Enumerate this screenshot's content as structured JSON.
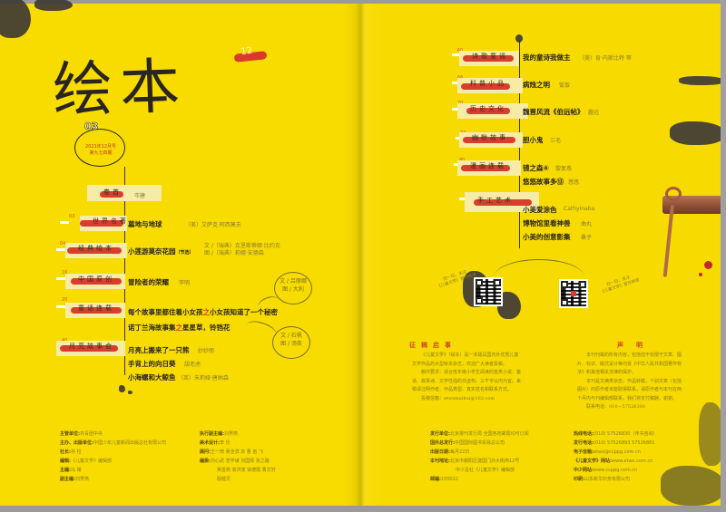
{
  "left_page": {
    "title": "绘本",
    "issue_badge": "12",
    "issue_label": "03",
    "issue_date_line1": "2021年12月号",
    "issue_date_line2": "第九七四期",
    "sections": [
      {
        "page": "",
        "label": "卷首",
        "items": [
          {
            "title": "",
            "author": "岑建"
          }
        ]
      },
      {
        "page": "03",
        "label": "世界名著",
        "items": [
          {
            "title": "墓地与地球",
            "author": "（美）艾萨克·阿西莫夫"
          }
        ]
      },
      {
        "page": "04",
        "label": "经典绘本",
        "items": [
          {
            "title": "小莲游莫奈花园",
            "note": "（节选）",
            "author_line1": "文 /（瑞典）克里斯蒂娜·比约克",
            "author_line2": "图 /（瑞典）莉娜·安德森"
          }
        ]
      },
      {
        "page": "16",
        "label": "中国原创",
        "items": [
          {
            "title": "冒险者的荣耀",
            "author": "李明"
          }
        ]
      },
      {
        "page": "20",
        "label": "童话连载",
        "items": [
          {
            "title_a": "每个故事里都住着小女孩",
            "dot": "之",
            "title_b": "小女孩知道了一个秘密"
          },
          {
            "title_a": "诺丁兰海故事集",
            "dot": "之",
            "title_b": "星星草，铃铛花"
          }
        ]
      },
      {
        "page": "40",
        "label": "月亮故事会",
        "items": [
          {
            "title": "月亮上搬来了一只熊",
            "author": "妙妙丽"
          },
          {
            "title": "手背上的向日葵",
            "author": "甜老虎"
          },
          {
            "title": "小海螺和大鲸鱼",
            "author": "（英）朱莉娅·唐纳森"
          }
        ]
      }
    ],
    "bubbles": [
      {
        "line1": "文 / 吕丽娜",
        "line2": "图 / 大利"
      },
      {
        "line1": "文 / 石帆",
        "line2": "图 / 汤奕"
      }
    ],
    "credits_col1": [
      {
        "label": "主管单位:",
        "value": "共青团中央"
      },
      {
        "label": "主办、出版单位:",
        "value": "中国少年儿童新闻出版总社有限公司"
      },
      {
        "label": "社长:",
        "value": "孙 柱"
      },
      {
        "label": "编辑:",
        "value": "《儿童文学》编辑部"
      },
      {
        "label": "主编:",
        "value": "冯 臻"
      },
      {
        "label": "副主编:",
        "value": "刘霁燕"
      }
    ],
    "credits_col2": [
      {
        "label": "执行副主编:",
        "value": "刘霁燕"
      },
      {
        "label": "美术设计:",
        "value": "李 乐"
      },
      {
        "label": "顾问:",
        "value": "王一琦 吴洼滨 袁 曹 宙 飞"
      },
      {
        "label": "编委:",
        "value": "刘心武 李学谦 刘国辉 张之路"
      },
      {
        "label": "",
        "value": "吴善燕 高洪波 徐德霞 曹文轩"
      },
      {
        "label": "",
        "value": "殷健灵"
      }
    ]
  },
  "right_page": {
    "sections": [
      {
        "page": "60",
        "label": "诗歌童谣",
        "items": [
          {
            "title": "我的童诗我做主",
            "author": "（美）肯·内斯比特 等"
          }
        ]
      },
      {
        "page": "66",
        "label": "科普小品",
        "items": [
          {
            "title": "病烛之明",
            "author": "饭饭"
          }
        ]
      },
      {
        "page": "70",
        "label": "历史文化",
        "items": [
          {
            "title": "魏晋风流《伯远帖》",
            "author": "趣远"
          }
        ]
      },
      {
        "page": "74",
        "label": "幽默故事",
        "items": [
          {
            "title": "胆小鬼",
            "author": "三毛"
          }
        ]
      },
      {
        "page": "80",
        "label": "漫画连载",
        "items": [
          {
            "title": "镜之森④",
            "author": "黎复燕"
          },
          {
            "title": "悠悠故事多⑬",
            "author": "悠悠"
          }
        ]
      },
      {
        "page": "91",
        "label": "手工艺术",
        "items": [
          {
            "title": "小美爱涂色",
            "author": "Cathyinaba"
          },
          {
            "title": "博物馆里看神兽",
            "author": "曲丸"
          },
          {
            "title": "小美的创意影集",
            "author": "桑子"
          }
        ]
      }
    ],
    "qr_captions": [
      {
        "line1": "扫一扫，关注",
        "line2": "《儿童文学》官方微博"
      },
      {
        "line1": "扫一扫，关注",
        "line2": "《儿童文学》官方微信"
      }
    ],
    "notice_left": {
      "title": "征稿启事",
      "paragraphs": [
        "《儿童文学》（绘本）是一本极具国内外优秀儿童文学作品的大型绘本杂志，欢迎广大读者投稿。",
        "稿件要求：适合低年级小学生阅读的各类小说、童话、故事诗、文学性强的非虚构、三千字以内为宜。来稿请注明作者、作品类型、真实姓名和联系方式。",
        "投稿信箱：etwxmaihui@163.com"
      ]
    },
    "notice_right": {
      "title": "声明",
      "paragraphs": [
        "本刊刊载的所有内容，包括但不仅限于文章、图片、标识、版式设计等均受《中华人民共和国著作权法》和其他相关法律的保护。",
        "本刊是文摘类杂志，作品转载，个别文章（包括图片）的原作者未能取得联系，请原作者与本刊在两个月内与刊编辑部联系，我们将支付稿酬，谢谢。",
        "联系电话：010－57526300"
      ]
    },
    "credits_col1": [
      {
        "label": "发行单位:",
        "value": "北京报刊发行局  全国各地邮局均可订阅"
      },
      {
        "label": "国外总发行:",
        "value": "中国国际图书贸易总公司"
      },
      {
        "label": "出版日期:",
        "value": "每月22日"
      },
      {
        "label": "本刊地址:",
        "value": "北京市朝阳区建国门外大街丙12号"
      },
      {
        "label": "",
        "value": "中少总社《儿童文学》编辑部"
      },
      {
        "label": "邮编:",
        "value": "100022"
      }
    ],
    "credits_col2": [
      {
        "label": "热线电话:",
        "value": "(010) 57526830（传书咨询）"
      },
      {
        "label": "发行电话:",
        "value": "(010) 57526893 57526881"
      },
      {
        "label": "电子信箱:",
        "value": "etwx@ccppg.com.cn"
      },
      {
        "label": "《儿童文学》网站:",
        "value": "www.etwx.com.cn"
      },
      {
        "label": "中少网站:",
        "value": "www.ccppg.com.cn"
      },
      {
        "label": "印刷:",
        "value": "山东新华印务有限公司"
      }
    ]
  },
  "colors": {
    "page_yellow": "#f8dc00",
    "accent_red": "#d83e2e",
    "ink": "#2a2520",
    "muted_text": "#8a7a30",
    "tag_bg": "#f6eca8"
  }
}
